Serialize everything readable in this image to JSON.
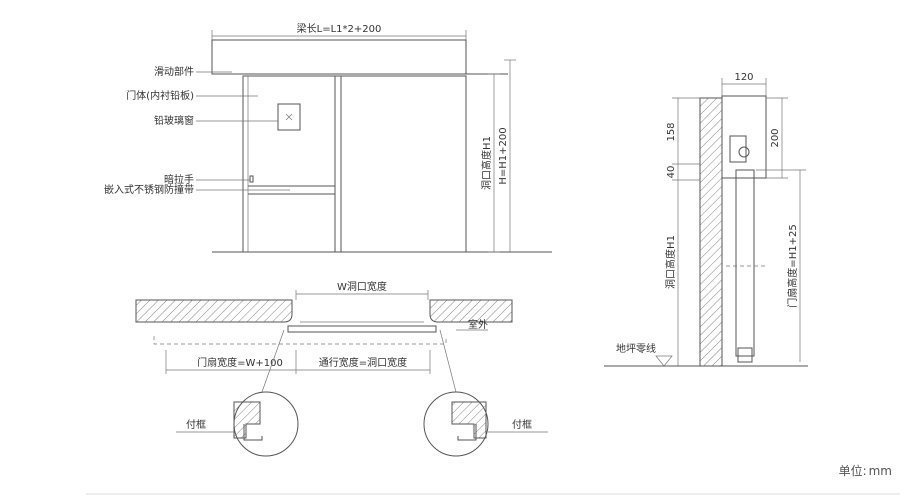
{
  "elevation": {
    "beam_length": "梁长L=L1*2+200",
    "labels": {
      "slide": "滑动部件",
      "door_body": "门体(内衬铅板)",
      "lead_glass": "铅玻璃窗",
      "handle": "暗拉手",
      "stainless_strip": "嵌入式不锈钢防撞带"
    },
    "opening_height": "洞口高度H1",
    "total_height": "H=H1+200"
  },
  "plan": {
    "opening_width": "W洞口宽度",
    "outside": "室外",
    "leaf_width": "门扇宽度=W+100",
    "clear_width": "通行宽度=洞口宽度",
    "frame_left": "付框",
    "frame_right": "付框"
  },
  "section": {
    "top_width": "120",
    "dim_158": "158",
    "dim_40": "40",
    "dim_200": "200",
    "opening_height": "洞口高度H1",
    "leaf_height": "门扇高度=H1+25",
    "floor_line": "地坪零线"
  },
  "unit": {
    "label": "单位:",
    "value": "mm"
  }
}
